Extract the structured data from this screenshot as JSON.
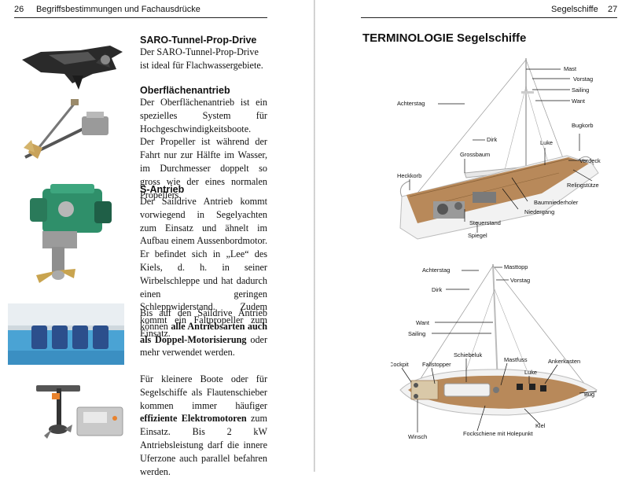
{
  "left_page": {
    "page_number": "26",
    "running_head": "Begriffsbestimmungen und Fachausdrücke",
    "sections": [
      {
        "heading": "SARO-Tunnel-Prop-Drive",
        "text": "Der SARO-Tunnel-Prop-Drive ist ideal für Flachwassergebiete."
      },
      {
        "heading": "Oberflächenantrieb",
        "text": "Der Oberflächenantrieb ist ein spezielles System für Hochgeschwindigkeitsboote. Der Propeller ist während der Fahrt nur zur Hälfte im Wasser, im Durchmesser doppelt so gross wie der eines normalen Propellers."
      },
      {
        "heading": "S-Antrieb",
        "text": "Der Saildrive Antrieb kommt vorwiegend in Segelyachten zum Einsatz und ähnelt im Aufbau einem Aussenbordmotor. Er befindet sich in „Lee“ des Kiels, d. h. in seiner Wirbelschleppe und hat dadurch einen geringen Schleppwiderstand. Zudem kommt ein Faltpropeller zum Einsatz."
      }
    ],
    "para4": {
      "before": "Bis auf den Saildrive Antrieb können ",
      "bold": "alle Antriebsarten auch als Doppel-Motorisierung",
      "after": " oder mehr verwendet werden."
    },
    "para5": {
      "before": "Für kleinere Boote oder für Segelschiffe als Flautenschieber kommen immer häufiger ",
      "bold": "effiziente Elektromotoren",
      "after": " zum Einsatz. Bis 2 kW Antriebsleistung darf die innere Uferzone auch parallel befahren werden."
    }
  },
  "right_page": {
    "page_number": "27",
    "running_head": "Segelschiffe",
    "title": "TERMINOLOGIE Segelschiffe",
    "diagram1_labels": {
      "mast": "Mast",
      "vorstag": "Vorstag",
      "sailing": "Sailing",
      "want": "Want",
      "achterstag": "Achterstag",
      "bugkorb": "Bugkorb",
      "dirk": "Dirk",
      "luke": "Luke",
      "grossbaum": "Grossbaum",
      "vordeck": "Vordeck",
      "heckkorb": "Heckkorb",
      "relingstuetze": "Relingstütze",
      "baumniederholer": "Baumniederholer",
      "niedergang": "Niedergang",
      "steuerstand": "Steuerstand",
      "spiegel": "Spiegel"
    },
    "diagram2_labels": {
      "achterstag": "Achterstag",
      "masttopp": "Masttopp",
      "vorstag": "Vorstag",
      "dirk": "Dirk",
      "want": "Want",
      "sailing": "Sailing",
      "schiebeluk": "Schiebeluk",
      "mastfuss": "Mastfuss",
      "ankerkasten": "Ankerkasten",
      "cockpit": "Cockpit",
      "fallstopper": "Fallstopper",
      "luke": "Luke",
      "bug": "Bug",
      "kiel": "Kiel",
      "winsch": "Winsch",
      "fockschiene": "Fockschiene mit Holepunkt"
    }
  },
  "colors": {
    "deck_wood": "#b8895a",
    "hull_white": "#f2f2f2",
    "engine_green": "#2f8f6a",
    "water_blue": "#4aa3d4"
  },
  "icons": [
    "saro-drive-image",
    "surface-drive-image",
    "saildrive-image",
    "twin-outboard-image",
    "electric-outboard-image"
  ]
}
